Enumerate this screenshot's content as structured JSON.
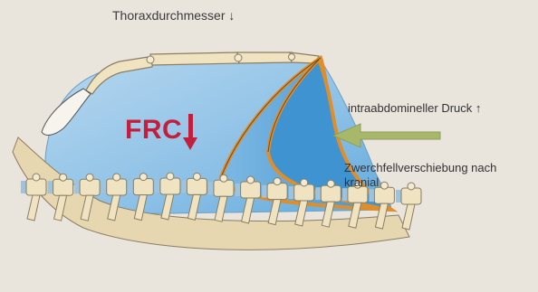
{
  "labels": {
    "thorax": "Thoraxdurchmesser ↓",
    "pressure": "intraabdomineller Druck ↑",
    "shift_line1": "Zwerchfellverschiebung nach",
    "shift_line2": "kranial",
    "frc": "FRC"
  },
  "colors": {
    "page_bg": "#e9e4dc",
    "lung_fill": "#9fcbe9",
    "lung_dark": "#4f9fd6",
    "diaphragm_outline": "#e08e2b",
    "bone": "#efe3c2",
    "bone_outline": "#8a7e62",
    "disc": "#9cc3df",
    "pressure_arrow": "#a8b86a",
    "frc_red": "#c21f3f"
  },
  "icons": {
    "pressure_arrow": "arrow-left-icon",
    "frc_arrow": "arrow-down-icon"
  }
}
